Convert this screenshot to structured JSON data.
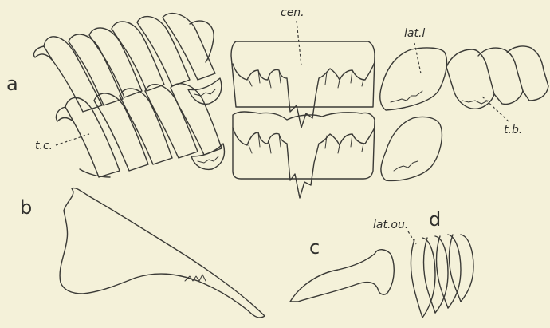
{
  "panels": {
    "a": "a",
    "b": "b",
    "c": "c",
    "d": "d"
  },
  "labels": {
    "central": "cen.",
    "lateral_1": "lat.l",
    "tooth_base": "t.b.",
    "tooth_cusp": "t.c.",
    "lateral_outer": "lat.ou."
  }
}
